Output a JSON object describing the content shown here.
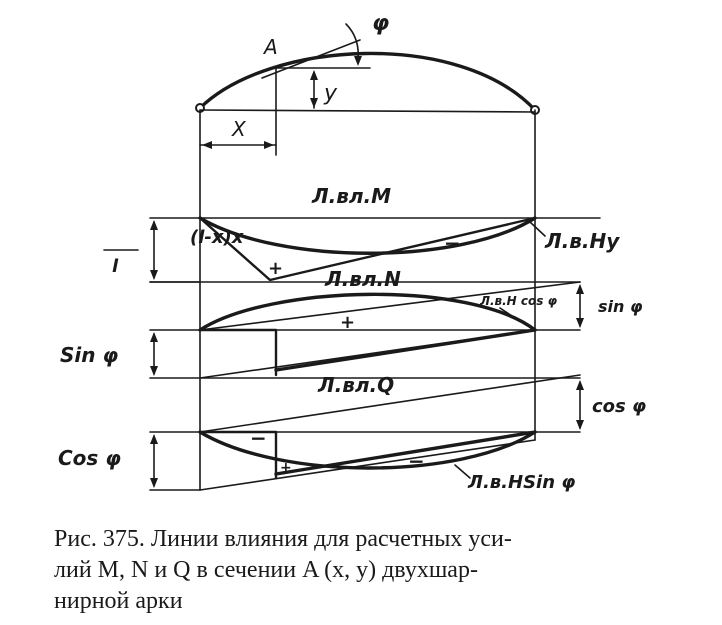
{
  "diagram": {
    "arch_labels": {
      "point": "A",
      "angle": "φ",
      "ordinate": "y",
      "abscissa": "X"
    },
    "moment_section": {
      "title": "Л.вл.М",
      "left_value": "(l-x)x",
      "left_denominator": "l",
      "right_label": "Л.в.Ну",
      "plus_sign": "+",
      "minus_sign": "−"
    },
    "normal_section": {
      "title": "Л.вл.N",
      "left_value": "Sin φ",
      "right_label": "Л.в.Н cos φ",
      "right_value": "sin φ",
      "plus_sign": "+"
    },
    "shear_section": {
      "title": "Л.вл.Q",
      "left_value": "Cos φ",
      "right_label": "Л.в.НSin φ",
      "right_value": "cos φ",
      "minus_sign_left": "−",
      "minus_sign_right": "−",
      "plus_sign": "+"
    }
  },
  "caption": {
    "line1": "Рис. 375. Линии влияния для расчетных уси-",
    "line2": "лий M, N и Q в сечении A (x, y) двухшар-",
    "line3": "нирной арки"
  }
}
